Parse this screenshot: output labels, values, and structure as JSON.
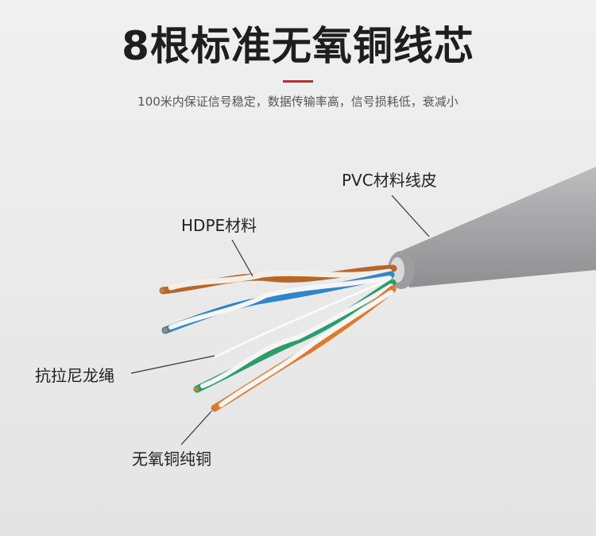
{
  "title": "8根标准无氧铜线芯",
  "subtitle": "100米内保证信号稳定，数据传输率高，信号损耗低，衰减小",
  "colors": {
    "accent": "#e02020",
    "jacket": "#a9a9ab",
    "orange": "#e07a2a",
    "brown": "#b5672a",
    "blue": "#2f86c8",
    "green": "#2a9e6a",
    "white": "#f6f6f6"
  },
  "callouts": {
    "pvc": "PVC材料线皮",
    "hdpe": "HDPE材料",
    "nylon": "抗拉尼龙绳",
    "copper": "无氧铜纯铜"
  }
}
